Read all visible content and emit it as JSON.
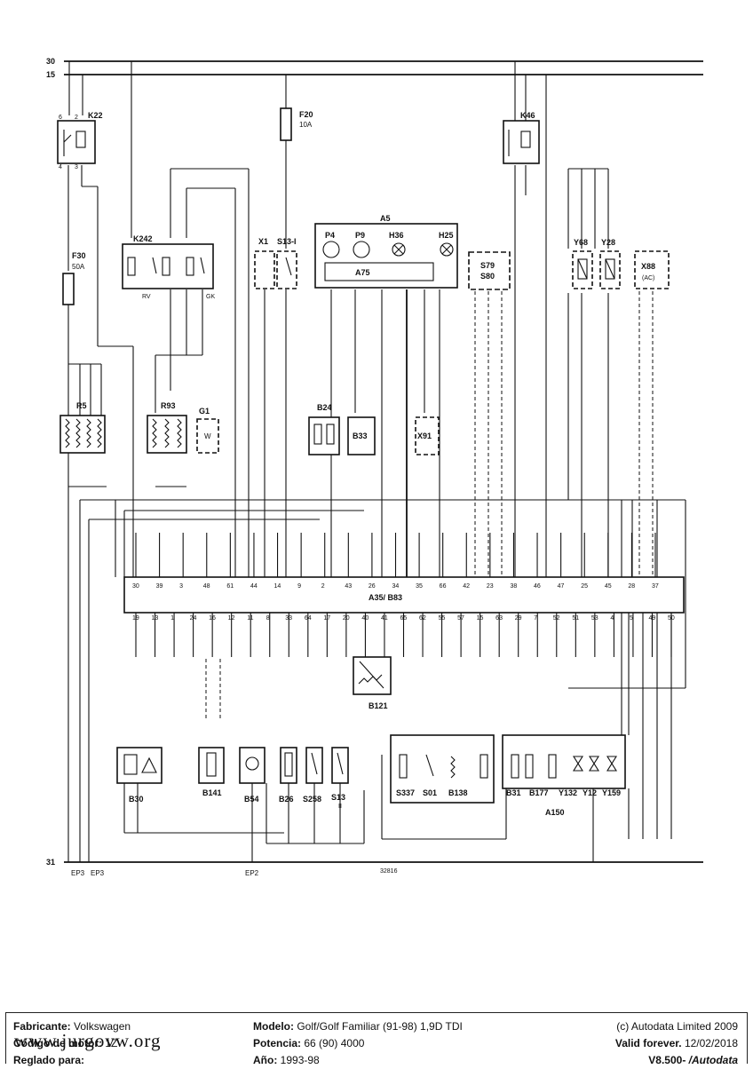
{
  "rails": {
    "r30": "30",
    "r15": "15",
    "r31": "31"
  },
  "components": {
    "k22": "K22",
    "f20": "F20",
    "f20_rating": "10A",
    "k46": "K46",
    "k242": "K242",
    "f30": "F30",
    "f30_rating": "50A",
    "x1": "X1",
    "s13i": "S13-I",
    "a5": "A5",
    "p4": "P4",
    "p9": "P9",
    "h36": "H36",
    "h25": "H25",
    "a75": "A75",
    "s79": "S79",
    "s80": "S80",
    "y68": "Y68",
    "y28": "Y28",
    "x88": "X88",
    "x88_note": "(AC)",
    "r5": "R5",
    "r93": "R93",
    "g1": "G1",
    "b24": "B24",
    "b33": "B33",
    "x91": "X91",
    "ecu": "A35/ B83",
    "b121": "B121",
    "b30": "B30",
    "b141": "B141",
    "b54": "B54",
    "b26": "B26",
    "s258": "S258",
    "s13": "S13",
    "s13_note": "II",
    "s337": "S337",
    "s01": "S01",
    "b138": "B138",
    "b31": "B31",
    "b177": "B177",
    "y132": "Y132",
    "y12": "Y12",
    "y159": "Y159",
    "a150": "A150"
  },
  "labels": {
    "ep3a": "EP3",
    "ep3b": "EP3",
    "ep2": "EP2",
    "ref": "32816",
    "rv": "RV",
    "gk": "GK",
    "w": "W"
  },
  "ecu_pins_top": [
    "30",
    "39",
    "3",
    "48",
    "61",
    "44",
    "14",
    "9",
    "2",
    "43",
    "26",
    "34",
    "35",
    "66",
    "42",
    "23",
    "38",
    "46",
    "47",
    "25",
    "45",
    "28",
    "37"
  ],
  "ecu_pins_bottom": [
    "19",
    "13",
    "1",
    "24",
    "16",
    "12",
    "11",
    "8",
    "33",
    "64",
    "17",
    "20",
    "40",
    "41",
    "65",
    "62",
    "55",
    "57",
    "15",
    "63",
    "29",
    "7",
    "52",
    "51",
    "53",
    "4",
    "5",
    "49",
    "50"
  ],
  "footer": {
    "fabricante_label": "Fabricante:",
    "fabricante": "Volkswagen",
    "codigo_label": "Código de motor:",
    "codigo": "1Z",
    "reglado_label": "Reglado para:",
    "reglado": "",
    "modelo_label": "Modelo:",
    "modelo": "Golf/Golf Familiar (91-98) 1,9D TDI",
    "potencia_label": "Potencia:",
    "potencia": "66 (90) 4000",
    "ano_label": "Año:",
    "ano": "1993-98",
    "copyright": "(c) Autodata Limited 2009",
    "valid_label": "Valid forever.",
    "valid_date": "12/02/2018",
    "version": "V8.500-",
    "brand": "/Autodata",
    "watermark": "www.jurgovw.org"
  }
}
